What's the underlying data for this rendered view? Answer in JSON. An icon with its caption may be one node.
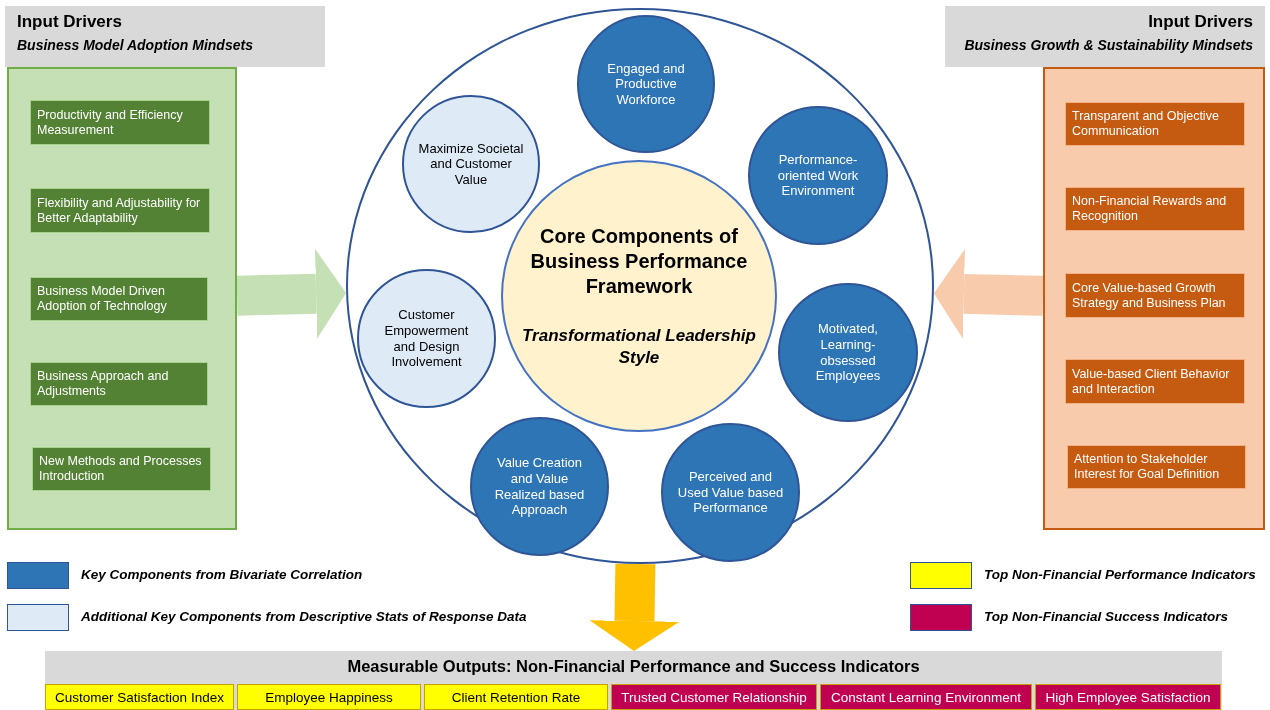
{
  "diagram": {
    "nodes": [
      {
        "text": [
          "Input Drivers",
          "Business Model Adoption Mindsets"
        ]
      },
      {
        "text": [
          "Productivity and Efficiency Measurement"
        ],
        "in": 0
      },
      {
        "text": [
          "Flexibility and Adjustability for Better Adaptability"
        ],
        "in": 0
      },
      {
        "text": [
          "Business Model Driven Adoption of Technology"
        ],
        "in": 0
      },
      {
        "text": [
          "Business Approach and Adjustments"
        ],
        "in": 0
      },
      {
        "text": [
          "New Methods and Processes Introduction"
        ],
        "in": 0
      },
      {
        "text": [
          "Input Drivers",
          "Business Growth & Sustainability Mindsets"
        ]
      },
      {
        "text": [
          "Transparent and Objective Communication"
        ],
        "in": 6
      },
      {
        "text": [
          "Non-Financial Rewards and Recognition"
        ],
        "in": 6
      },
      {
        "text": [
          "Core Value-based Growth Strategy and Business Plan"
        ],
        "in": 6
      },
      {
        "text": [
          "Value-based Client Behavior and Interaction"
        ],
        "in": 6
      },
      {
        "text": [
          "Attention to Stakeholder Interest for Goal Definition"
        ],
        "in": 6
      },
      {
        "text": [],
        "shape": "circle"
      },
      {
        "text": [
          "Core Components of Business Performance Framework",
          "Transformational Leadership Style"
        ],
        "in": 12
      },
      {
        "text": [
          "Engaged and Productive Workforce"
        ],
        "in": 12
      },
      {
        "text": [
          "Maximize Societal and Customer Value"
        ],
        "in": 12
      },
      {
        "text": [
          "Performance-oriented Work Environment"
        ],
        "in": 12
      },
      {
        "text": [
          "Customer Empowerment and Design Involvement"
        ],
        "in": 12
      },
      {
        "text": [
          "Motivated, Learning-obsessed Employees"
        ],
        "in": 12
      },
      {
        "text": [
          "Value Creation and Value Realized based Approach"
        ],
        "in": 12
      },
      {
        "text": [
          "Perceived and Used Value based Performance"
        ],
        "in": 12
      },
      {
        "text": [
          "Measurable Outputs: Non-Financial Performance and Success Indicators"
        ]
      },
      {
        "text": [
          "Customer Satisfaction Index"
        ],
        "in": 21
      },
      {
        "text": [
          "Employee Happiness"
        ],
        "in": 21
      },
      {
        "text": [
          "Client Retention Rate"
        ],
        "in": 21
      },
      {
        "text": [
          "Trusted Customer Relationship"
        ],
        "in": 21
      },
      {
        "text": [
          "Constant Learning Environment"
        ],
        "in": 21
      },
      {
        "text": [
          "High Employee Satisfaction"
        ],
        "in": 21
      }
    ],
    "edges": [
      {
        "from": 0,
        "to": 12,
        "arrow": "to",
        "color": "#c5e0b4"
      },
      {
        "from": 6,
        "to": 12,
        "arrow": "to",
        "color": "#f8cbad"
      },
      {
        "from": 12,
        "to": 21,
        "arrow": "to",
        "color": "#ffc000"
      }
    ],
    "legend": [
      {
        "text": "Key Components from Bivariate Correlation",
        "color": "#2e75b6"
      },
      {
        "text": "Additional Key Components from Descriptive Stats of Response Data",
        "color": "#deebf7"
      },
      {
        "text": "Top Non-Financial Performance Indicators",
        "color": "#ffff00"
      },
      {
        "text": "Top Non-Financial Success Indicators",
        "color": "#c00050"
      }
    ]
  }
}
